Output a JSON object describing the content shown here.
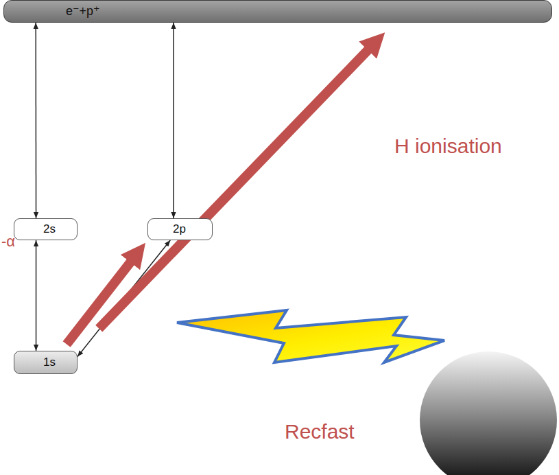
{
  "diagram": {
    "nodes": [
      {
        "text": [
          "e⁻+p⁺"
        ]
      },
      {
        "text": [
          "2s"
        ]
      },
      {
        "text": [
          "2p"
        ]
      },
      {
        "text": [
          "1s"
        ]
      }
    ],
    "edges": [
      {
        "from": 1,
        "to": 0,
        "arrow": "both"
      },
      {
        "from": 2,
        "to": 0,
        "arrow": "both"
      },
      {
        "from": 3,
        "to": 1,
        "arrow": "both"
      },
      {
        "from": 3,
        "to": 2,
        "arrow": "both"
      },
      {
        "from": 3,
        "to": 2,
        "arrow": "to"
      },
      {
        "from": 3,
        "to": 0,
        "arrow": "to"
      }
    ],
    "labels": [
      "-α",
      "H ionisation",
      "Recfast"
    ]
  }
}
